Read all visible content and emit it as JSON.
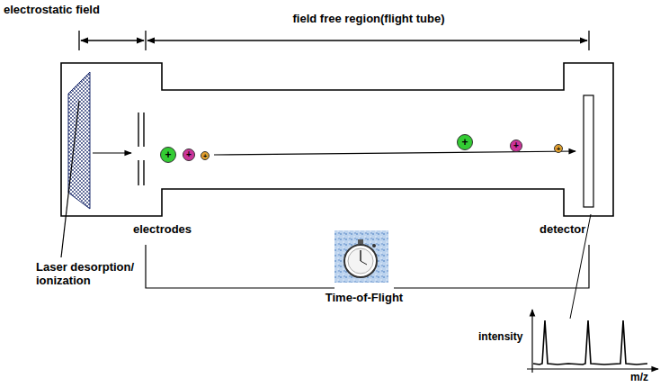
{
  "diagram": {
    "nodes": [
      {
        "text": [
          "+"
        ]
      },
      {
        "text": [
          "+"
        ]
      },
      {
        "text": [
          "+"
        ]
      },
      {
        "text": [
          "+"
        ]
      },
      {
        "text": [
          "+"
        ]
      },
      {
        "text": [
          "+"
        ]
      }
    ],
    "labels": [
      "electrostatic field",
      "field free region(flight tube)",
      "electrodes",
      "Laser desorption/ ionization",
      "Time-of-Flight",
      "detector",
      "intensity",
      "m/z"
    ]
  }
}
